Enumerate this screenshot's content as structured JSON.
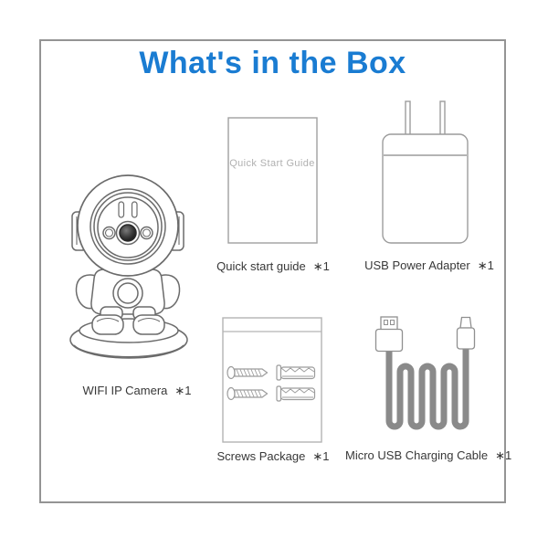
{
  "title": "What's in the Box",
  "colors": {
    "accent": "#1a7cd2",
    "label_text": "#383838",
    "outline": "#a3a3a3",
    "camera_line": "#6b6b6b",
    "cable": "#8a8a8a",
    "booklet_text": "#b0b0b0"
  },
  "items": [
    {
      "name": "WIFI IP Camera",
      "qty": "∗1",
      "illustration": "astronaut-ip-camera"
    },
    {
      "name": "Quick start guide",
      "qty": "∗1",
      "illustration": "booklet"
    },
    {
      "name": "USB Power Adapter",
      "qty": "∗1",
      "illustration": "wall-charger-with-prongs"
    },
    {
      "name": "Screws Package",
      "qty": "∗1",
      "illustration": "bag-with-screws-and-anchors"
    },
    {
      "name": "Micro USB Charging Cable",
      "qty": "∗1",
      "illustration": "coiled-usb-cable"
    }
  ],
  "illustration_texts": {
    "quick_start_cover": "Quick Start Guide"
  }
}
